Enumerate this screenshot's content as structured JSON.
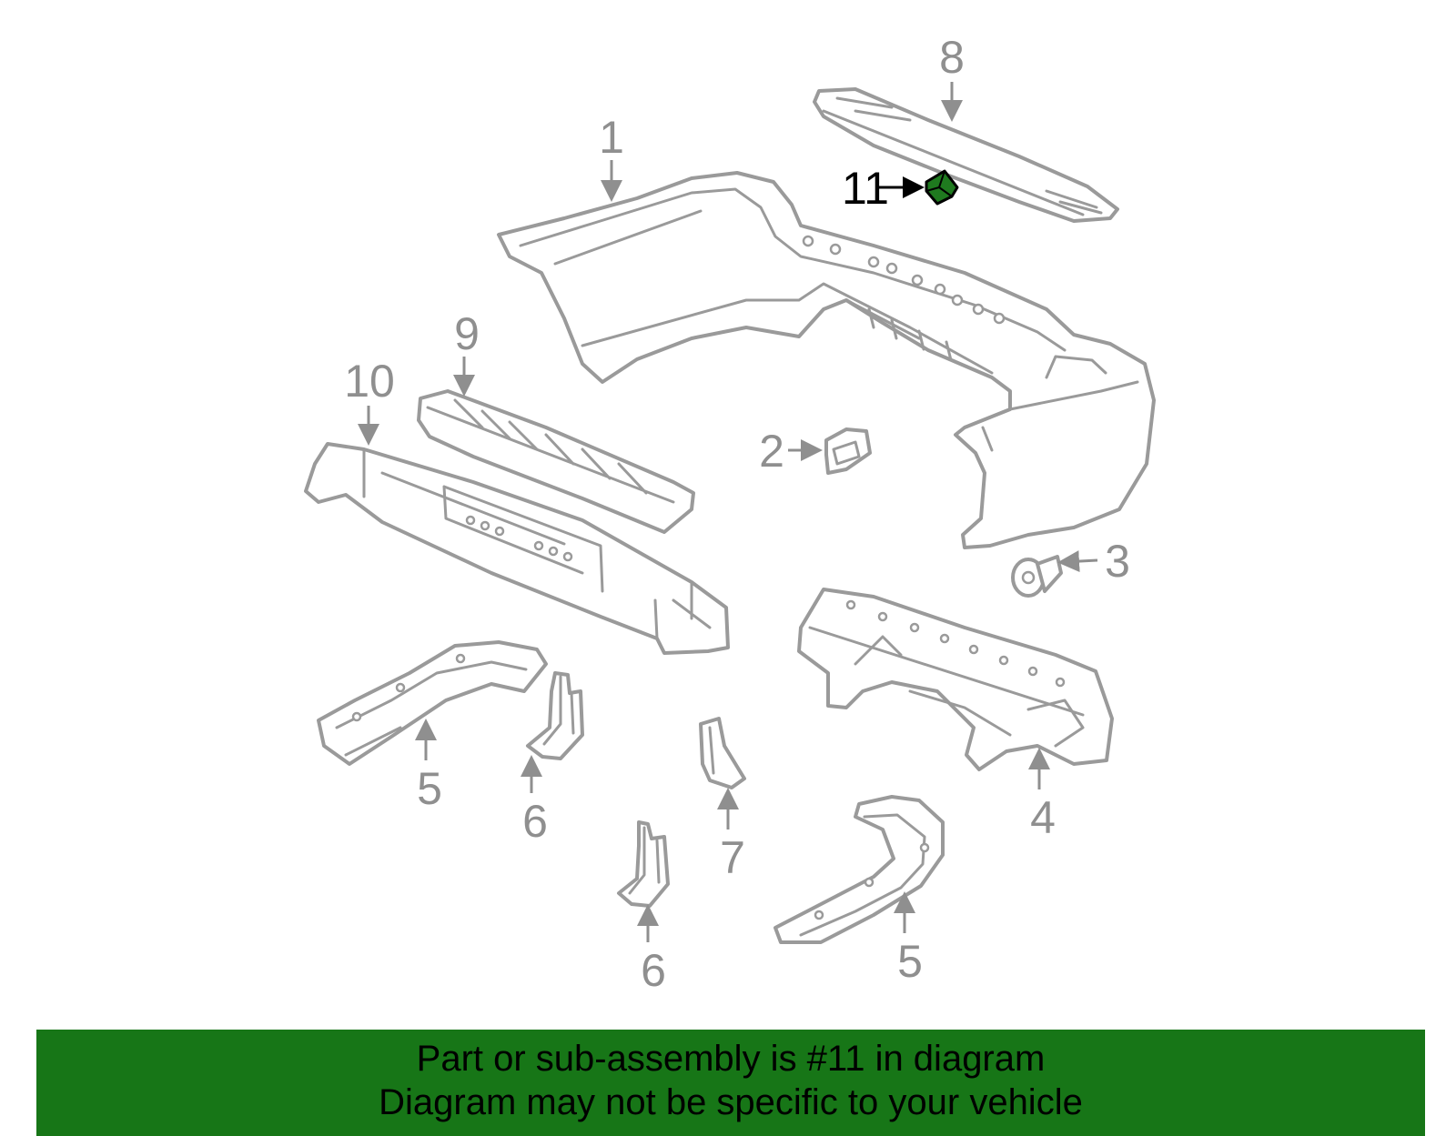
{
  "callouts": {
    "c1": "1",
    "c2": "2",
    "c3": "3",
    "c4": "4",
    "c5a": "5",
    "c5b": "5",
    "c6a": "6",
    "c6b": "6",
    "c7": "7",
    "c8": "8",
    "c9": "9",
    "c10": "10",
    "c11": "11"
  },
  "highlight_part": "11",
  "colors": {
    "banner": "#177617",
    "highlight": "#1f7a1f",
    "line_art": "#9a9a9a"
  },
  "banner": {
    "line1": "Part or sub-assembly is #11 in diagram",
    "line2": "Diagram may not be specific to your vehicle"
  }
}
